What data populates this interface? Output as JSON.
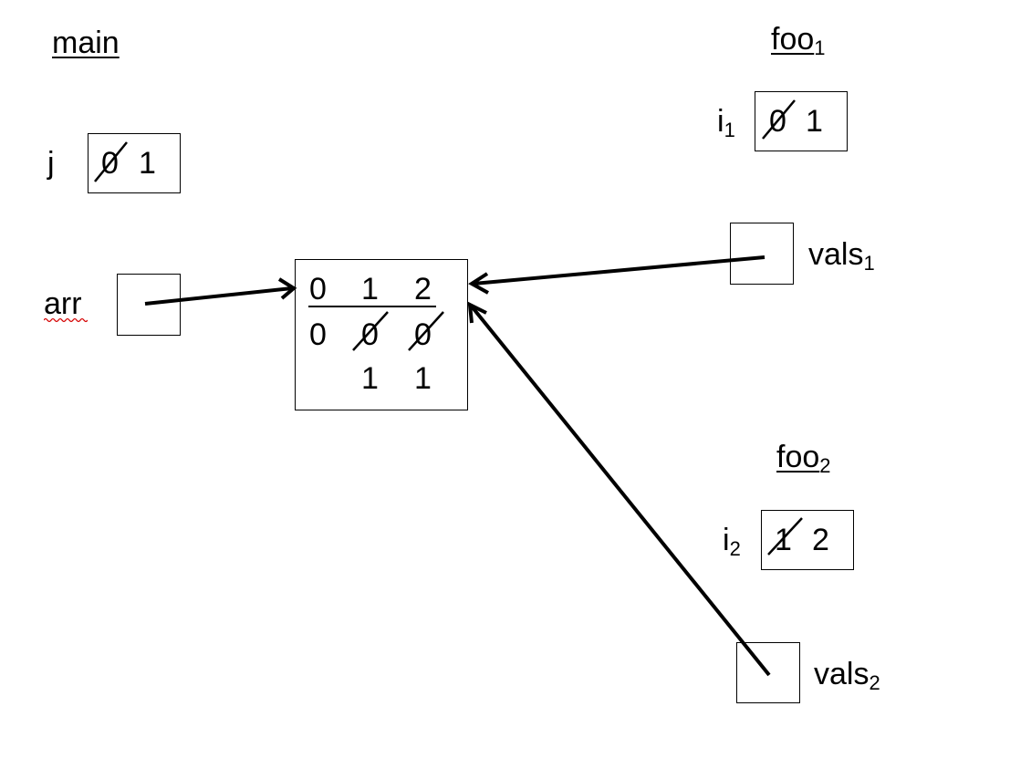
{
  "frames": {
    "main": {
      "title": "main",
      "j_label": "j",
      "j_old": "0",
      "j_new": "1",
      "arr_label": "arr"
    },
    "foo1": {
      "title_base": "foo",
      "title_sub": "1",
      "i_label_base": "i",
      "i_label_sub": "1",
      "i_old": "0",
      "i_new": "1",
      "vals_label_base": "vals",
      "vals_label_sub": "1"
    },
    "foo2": {
      "title_base": "foo",
      "title_sub": "2",
      "i_label_base": "i",
      "i_label_sub": "2",
      "i_old": "1",
      "i_new": "2",
      "vals_label_base": "vals",
      "vals_label_sub": "2"
    }
  },
  "array": {
    "indices": [
      "0",
      "1",
      "2"
    ],
    "values_row": [
      "0",
      "0",
      "0"
    ],
    "updates_row": [
      "",
      "1",
      "1"
    ]
  },
  "colors": {
    "ink": "#000000",
    "spellcheck": "#d40000"
  }
}
